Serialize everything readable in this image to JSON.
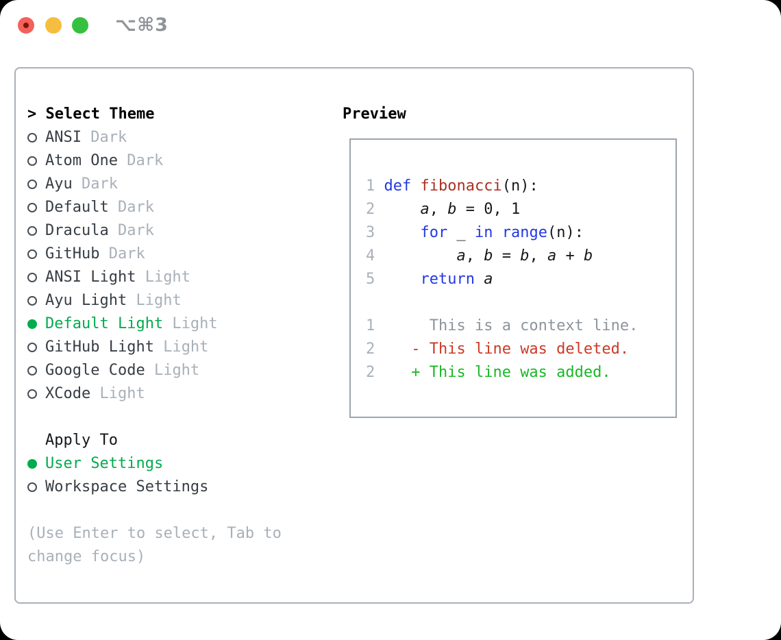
{
  "titlebar": {
    "shortcut": "⌥⌘3",
    "traffic_lights": {
      "close_color": "#F4605A",
      "close_dot_color": "#7A150C",
      "minimize_color": "#F6BD3E",
      "zoom_color": "#35C13F"
    }
  },
  "colors": {
    "selection_green": "#02AB4D",
    "panel_border": "#A9B0B9",
    "preview_border": "#9CA4AE",
    "muted_gray": "#A8B0B8",
    "item_text": "#373D44"
  },
  "theme_section": {
    "marker": "> ",
    "title": "Select Theme",
    "options": [
      {
        "name": "ANSI",
        "variant": "Dark",
        "selected": false
      },
      {
        "name": "Atom One",
        "variant": "Dark",
        "selected": false
      },
      {
        "name": "Ayu",
        "variant": "Dark",
        "selected": false
      },
      {
        "name": "Default",
        "variant": "Dark",
        "selected": false
      },
      {
        "name": "Dracula",
        "variant": "Dark",
        "selected": false
      },
      {
        "name": "GitHub",
        "variant": "Dark",
        "selected": false
      },
      {
        "name": "ANSI Light",
        "variant": "Light",
        "selected": false
      },
      {
        "name": "Ayu Light",
        "variant": "Light",
        "selected": false
      },
      {
        "name": "Default Light",
        "variant": "Light",
        "selected": true
      },
      {
        "name": "GitHub Light",
        "variant": "Light",
        "selected": false
      },
      {
        "name": "Google Code",
        "variant": "Light",
        "selected": false
      },
      {
        "name": "XCode",
        "variant": "Light",
        "selected": false
      }
    ]
  },
  "apply_section": {
    "title": "Apply To",
    "options": [
      {
        "name": "User Settings",
        "selected": true
      },
      {
        "name": "Workspace Settings",
        "selected": false
      }
    ]
  },
  "hint": {
    "lines": [
      "(Use Enter to select, Tab to",
      "change focus)"
    ]
  },
  "preview": {
    "title": "Preview",
    "colors": {
      "num": "#A8B0B8",
      "kw": "#2338E3",
      "fn": "#A93122",
      "plain": "#16181B",
      "var": "#16181B",
      "ctx": "#8D949C",
      "del": "#CB3927",
      "add": "#19B825"
    },
    "lines": [
      {
        "segments": [
          {
            "t": "1 ",
            "k": "num"
          },
          {
            "t": "def ",
            "k": "kw"
          },
          {
            "t": "fibonacci",
            "k": "fn"
          },
          {
            "t": "(n):",
            "k": "plain"
          }
        ]
      },
      {
        "segments": [
          {
            "t": "2 ",
            "k": "num"
          },
          {
            "t": "    ",
            "k": "plain"
          },
          {
            "t": "a",
            "k": "var"
          },
          {
            "t": ", ",
            "k": "plain"
          },
          {
            "t": "b",
            "k": "var"
          },
          {
            "t": " = 0, 1",
            "k": "plain"
          }
        ]
      },
      {
        "segments": [
          {
            "t": "3 ",
            "k": "num"
          },
          {
            "t": "    ",
            "k": "plain"
          },
          {
            "t": "for",
            "k": "kw"
          },
          {
            "t": " _ ",
            "k": "plain"
          },
          {
            "t": "in",
            "k": "kw"
          },
          {
            "t": " ",
            "k": "plain"
          },
          {
            "t": "range",
            "k": "kw"
          },
          {
            "t": "(n):",
            "k": "plain"
          }
        ]
      },
      {
        "segments": [
          {
            "t": "4 ",
            "k": "num"
          },
          {
            "t": "        ",
            "k": "plain"
          },
          {
            "t": "a",
            "k": "var"
          },
          {
            "t": ", ",
            "k": "plain"
          },
          {
            "t": "b",
            "k": "var"
          },
          {
            "t": " = ",
            "k": "plain"
          },
          {
            "t": "b",
            "k": "var"
          },
          {
            "t": ", ",
            "k": "plain"
          },
          {
            "t": "a",
            "k": "var"
          },
          {
            "t": " + ",
            "k": "plain"
          },
          {
            "t": "b",
            "k": "var"
          }
        ]
      },
      {
        "segments": [
          {
            "t": "5 ",
            "k": "num"
          },
          {
            "t": "    ",
            "k": "plain"
          },
          {
            "t": "return",
            "k": "kw"
          },
          {
            "t": " ",
            "k": "plain"
          },
          {
            "t": "a",
            "k": "var"
          }
        ]
      },
      {
        "segments": []
      },
      {
        "segments": [
          {
            "t": "1 ",
            "k": "num"
          },
          {
            "t": "     ",
            "k": "plain"
          },
          {
            "t": "This is a context line.",
            "k": "ctx"
          }
        ]
      },
      {
        "segments": [
          {
            "t": "2 ",
            "k": "num"
          },
          {
            "t": "   ",
            "k": "plain"
          },
          {
            "t": "- This line was deleted.",
            "k": "del"
          }
        ]
      },
      {
        "segments": [
          {
            "t": "2 ",
            "k": "num"
          },
          {
            "t": "   ",
            "k": "plain"
          },
          {
            "t": "+ This line was added.",
            "k": "add"
          }
        ]
      }
    ]
  }
}
